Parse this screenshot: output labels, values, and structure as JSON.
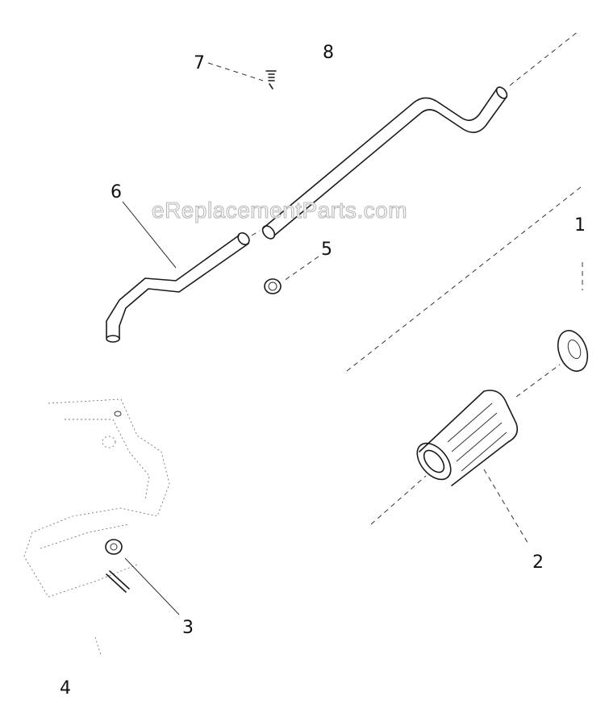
{
  "watermark": "eReplacementParts.com",
  "callouts": [
    "1",
    "2",
    "3",
    "4",
    "5",
    "6",
    "7",
    "8"
  ]
}
